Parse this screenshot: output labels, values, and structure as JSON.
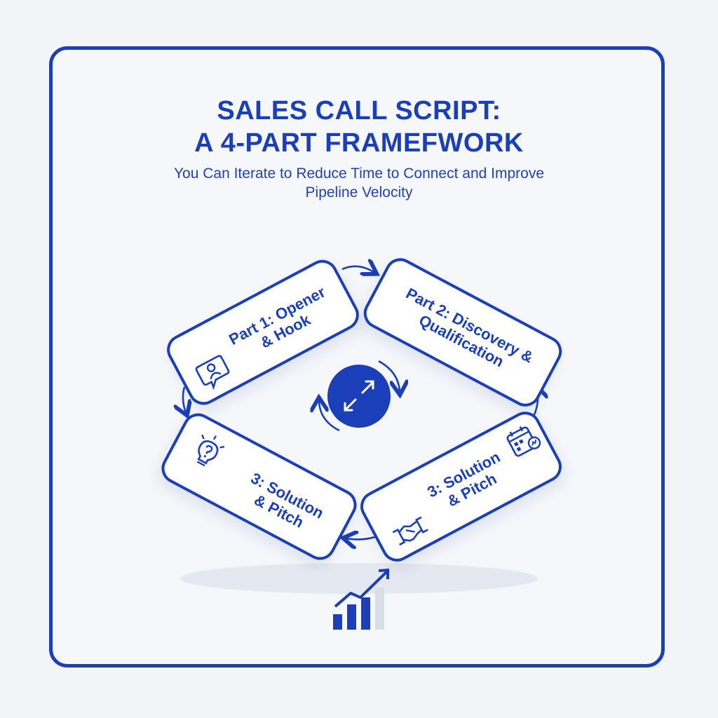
{
  "title": {
    "line1": "SALES CALL SCRIPT:",
    "line2": "A 4-PART FRAMEFWORK"
  },
  "subtitle": {
    "line1": "You Can Iterate to Reduce Time to Connect and Improve",
    "line2": "Pipeline Velocity"
  },
  "parts": [
    {
      "line1": "Part 1: Opener",
      "line2": "& Hook",
      "icon": "speech-bubble-person-icon"
    },
    {
      "line1": "Part 2: Discovery &",
      "line2": "Qualification",
      "icon": "none"
    },
    {
      "line1": "3: Solution",
      "line2": "& Pitch",
      "icon": "lightbulb-question-icon"
    },
    {
      "line1": "3: Solution",
      "line2": "& Pitch",
      "icon": "handshake-icon"
    }
  ],
  "center_icon": "expand-arrows-icon",
  "bottom_icon": "growth-bar-chart-icon",
  "colors": {
    "accent": "#1a3fb8",
    "background": "#f5f7fb",
    "shadow": "#e3e7ef"
  }
}
